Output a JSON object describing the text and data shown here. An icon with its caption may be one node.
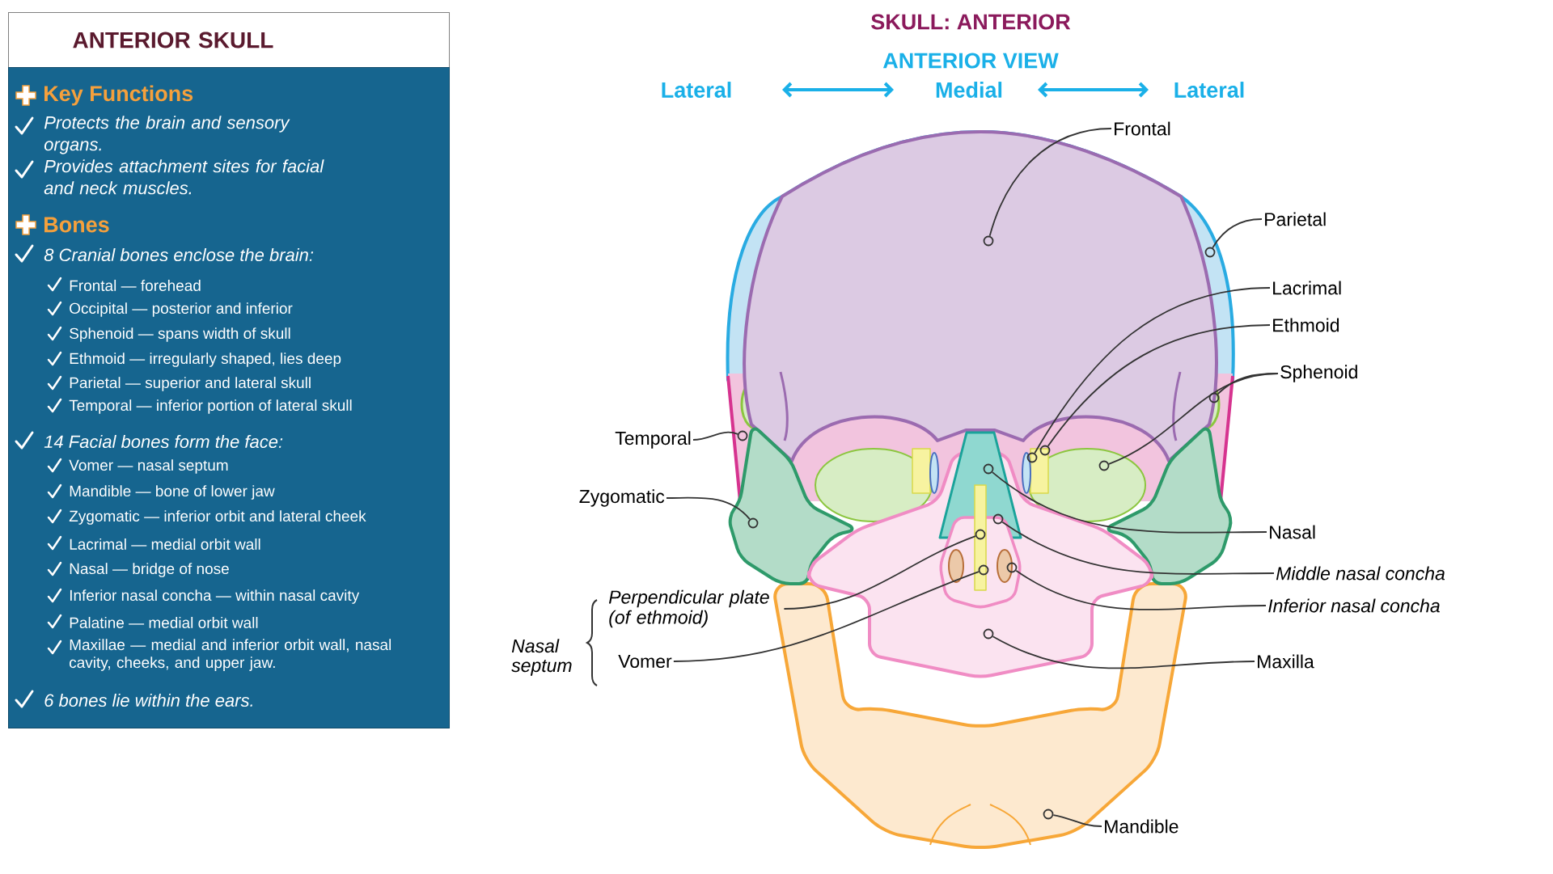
{
  "diagram": {
    "title": "SKULL: ANTERIOR",
    "nodes": [
      {
        "text": [
          "ANTERIOR SKULL"
        ]
      },
      {
        "text": [
          "Key Functions",
          "Protects the brain and sensory organs.",
          "Provides attachment sites for facial and neck muscles.",
          "Bones",
          "8 Cranial bones enclose the brain:",
          "Frontal — forehead",
          "Occipital — posterior and inferior",
          "Sphenoid — spans width of skull",
          "Ethmoid — irregularly shaped, lies deep",
          "Parietal — superior and lateral skull",
          "Temporal — inferior portion of lateral skull",
          "14 Facial bones form the face:",
          "Vomer — nasal septum",
          "Mandible — bone of lower jaw",
          "Zygomatic — inferior orbit and lateral cheek",
          "Lacrimal — medial orbit wall",
          "Nasal — bridge of nose",
          "Inferior nasal concha — within nasal cavity",
          "Palatine — medial orbit wall",
          "Maxillae — medial and inferior orbit wall, nasal cavity, cheeks, and upper jaw.",
          "6 bones lie within the ears."
        ]
      },
      {
        "text": [
          "Frontal"
        ]
      },
      {
        "text": [],
        "shape": "circle"
      },
      {
        "text": [
          "Parietal"
        ]
      },
      {
        "text": [],
        "shape": "circle"
      },
      {
        "text": [
          "Lacrimal"
        ]
      },
      {
        "text": [],
        "shape": "circle"
      },
      {
        "text": [
          "Ethmoid"
        ]
      },
      {
        "text": [],
        "shape": "circle"
      },
      {
        "text": [
          "Sphenoid"
        ]
      },
      {
        "text": [],
        "shape": "circle"
      },
      {
        "text": [],
        "shape": "circle"
      },
      {
        "text": [
          "Temporal"
        ]
      },
      {
        "text": [],
        "shape": "circle"
      },
      {
        "text": [
          "Zygomatic"
        ]
      },
      {
        "text": [],
        "shape": "circle"
      },
      {
        "text": [
          "Nasal"
        ]
      },
      {
        "text": [],
        "shape": "circle"
      },
      {
        "text": [
          "Middle nasal concha"
        ]
      },
      {
        "text": [],
        "shape": "circle"
      },
      {
        "text": [
          "Inferior nasal concha"
        ]
      },
      {
        "text": [],
        "shape": "circle"
      },
      {
        "text": [
          "Perpendicular plate (of ethmoid)"
        ]
      },
      {
        "text": [],
        "shape": "circle"
      },
      {
        "text": [
          "Vomer"
        ]
      },
      {
        "text": [],
        "shape": "circle"
      },
      {
        "text": [
          "Maxilla"
        ]
      },
      {
        "text": [],
        "shape": "circle"
      },
      {
        "text": [
          "Mandible"
        ]
      },
      {
        "text": [],
        "shape": "circle"
      }
    ],
    "edges": [
      {
        "from": 2,
        "to": 3,
        "arrow": "none"
      },
      {
        "from": 4,
        "to": 5,
        "arrow": "none"
      },
      {
        "from": 6,
        "to": 7,
        "arrow": "none"
      },
      {
        "from": 8,
        "to": 9,
        "arrow": "none"
      },
      {
        "from": 10,
        "to": 11,
        "arrow": "none"
      },
      {
        "from": 10,
        "to": 12,
        "arrow": "none"
      },
      {
        "from": 13,
        "to": 14,
        "arrow": "none"
      },
      {
        "from": 15,
        "to": 16,
        "arrow": "none"
      },
      {
        "from": 17,
        "to": 18,
        "arrow": "none"
      },
      {
        "from": 19,
        "to": 20,
        "arrow": "none"
      },
      {
        "from": 21,
        "to": 22,
        "arrow": "none"
      },
      {
        "from": 23,
        "to": 24,
        "arrow": "none"
      },
      {
        "from": 25,
        "to": 26,
        "arrow": "none"
      },
      {
        "from": 27,
        "to": 28,
        "arrow": "none"
      },
      {
        "from": 29,
        "to": 30,
        "arrow": "none"
      }
    ],
    "labels": [
      "ANTERIOR VIEW",
      "Lateral",
      "Medial",
      "Lateral",
      "Nasal septum"
    ]
  }
}
